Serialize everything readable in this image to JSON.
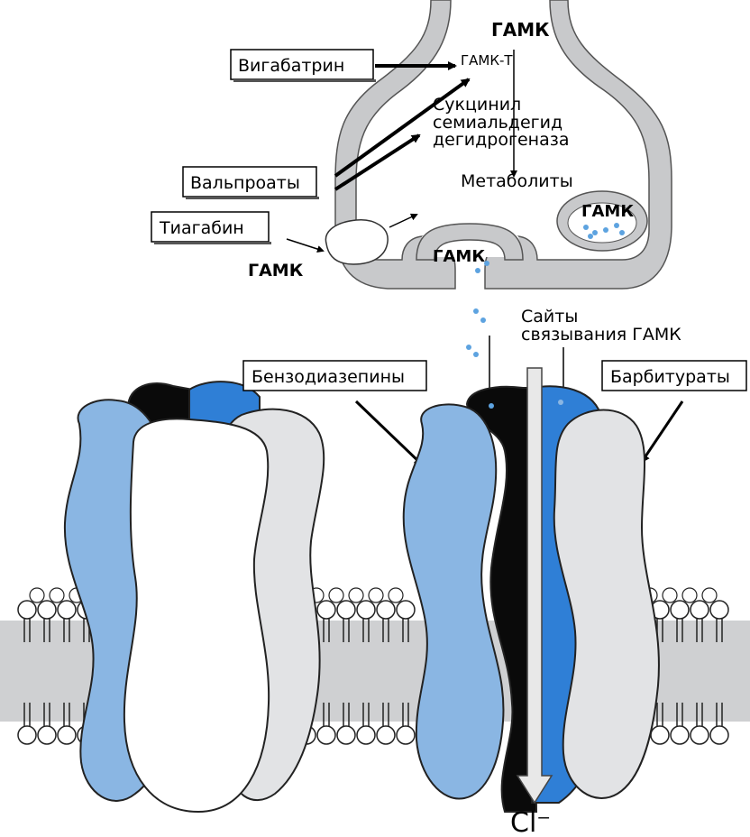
{
  "drug_labels": {
    "vigabatrin": "Вигабатрин",
    "valproates": "Вальпроаты",
    "tiagabine": "Тиагабин",
    "benzodiazepines": "Бензодиазепины",
    "barbiturates": "Барбитураты"
  },
  "neuron_labels": {
    "gaba_top": "ГАМК",
    "gaba_t": "ГАМК-Т",
    "ssadh_line1": "Сукцинил",
    "ssadh_line2": "семиальдегид",
    "ssadh_line3": "дегидрогеназа",
    "metabolites": "Метаболиты",
    "gaba_vesicle_right": "ГАМК",
    "gaba_vesicle_release": "ГАМК",
    "gaba_transporter": "ГАМК"
  },
  "receptor_labels": {
    "binding_sites_line1": "Сайты",
    "binding_sites_line2": "связывания ГАМК",
    "chloride": "Cl⁻"
  },
  "colors": {
    "neuron_gray": "#c8c9cb",
    "subunit_light_blue": "#8ab6e3",
    "subunit_blue": "#2f7fd6",
    "subunit_black": "#0a0a0a",
    "subunit_light_gray": "#e2e3e5",
    "membrane_gray": "#cfd0d2",
    "gaba_dot": "#5da3e0"
  }
}
